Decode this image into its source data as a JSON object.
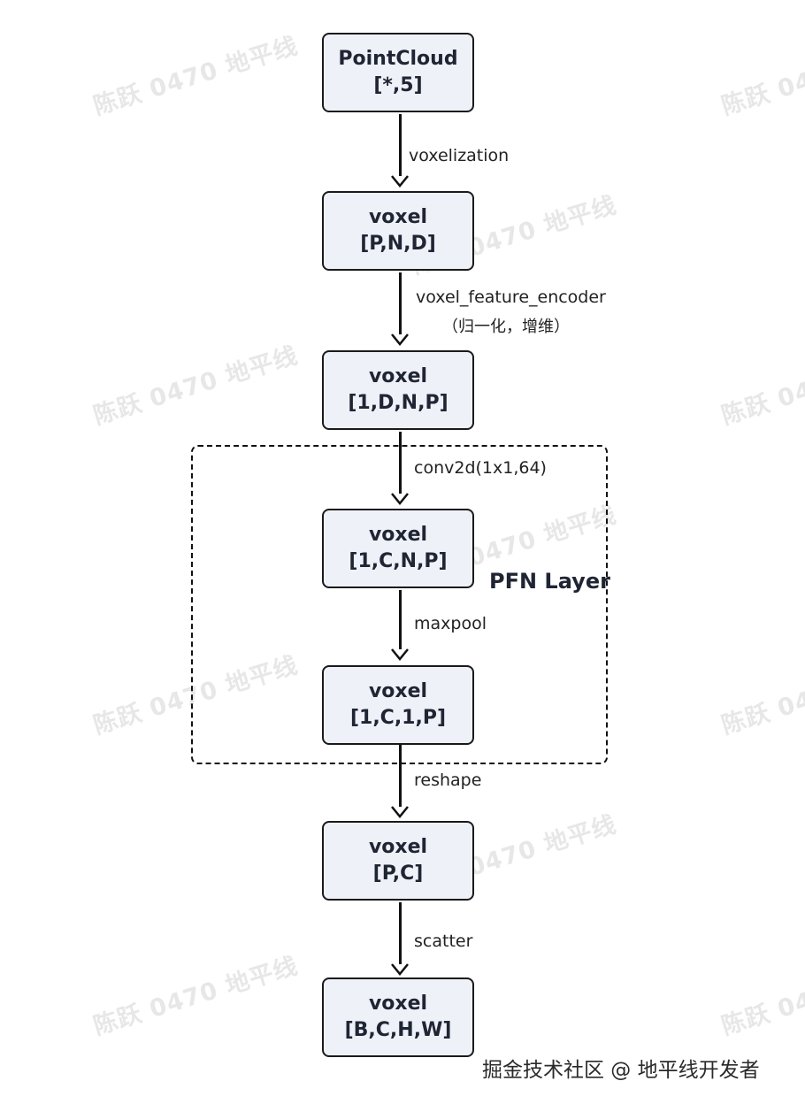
{
  "watermark": "陈跃 0470 地平线",
  "credit": "掘金技术社区 @ 地平线开发者",
  "group": {
    "label": "PFN Layer"
  },
  "nodes": [
    {
      "title": "PointCloud",
      "shape": "[*,5]"
    },
    {
      "title": "voxel",
      "shape": "[P,N,D]"
    },
    {
      "title": "voxel",
      "shape": "[1,D,N,P]"
    },
    {
      "title": "voxel",
      "shape": "[1,C,N,P]"
    },
    {
      "title": "voxel",
      "shape": "[1,C,1,P]"
    },
    {
      "title": "voxel",
      "shape": "[P,C]"
    },
    {
      "title": "voxel",
      "shape": "[B,C,H,W]"
    }
  ],
  "edges": [
    {
      "label": "voxelization",
      "sublabel": ""
    },
    {
      "label": "voxel_feature_encoder",
      "sublabel": "（归一化，增维）"
    },
    {
      "label": "conv2d(1x1,64)",
      "sublabel": ""
    },
    {
      "label": "maxpool",
      "sublabel": ""
    },
    {
      "label": "reshape",
      "sublabel": ""
    },
    {
      "label": "scatter",
      "sublabel": ""
    }
  ]
}
